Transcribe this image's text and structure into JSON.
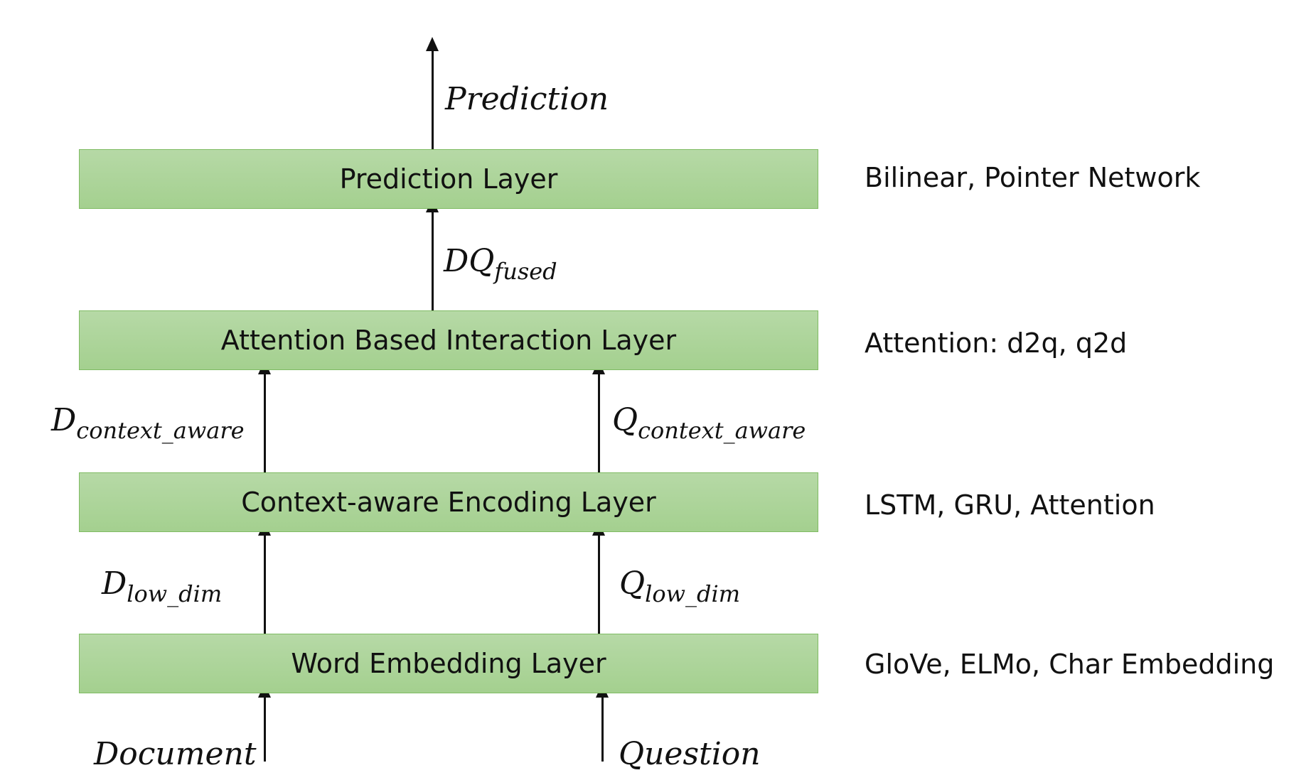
{
  "layers": {
    "prediction": "Prediction Layer",
    "attention": "Attention Based Interaction Layer",
    "encoding": "Context-aware Encoding Layer",
    "embedding": "Word Embedding Layer"
  },
  "methods": {
    "prediction": "Bilinear, Pointer Network",
    "attention": "Attention: d2q, q2d",
    "encoding": "LSTM, GRU, Attention",
    "embedding": "GloVe, ELMo, Char Embedding"
  },
  "labels": {
    "output": "Prediction",
    "fused_base": "DQ",
    "fused_sub": "fused",
    "d_ctx_base": "D",
    "d_ctx_sub": "context_aware",
    "q_ctx_base": "Q",
    "q_ctx_sub": "context_aware",
    "d_low_base": "D",
    "d_low_sub": "low_dim",
    "q_low_base": "Q",
    "q_low_sub": "low_dim",
    "doc_input": "Document",
    "question_input": "Question"
  },
  "colors": {
    "box_fill": "#a9d394",
    "box_border": "#7fbb63",
    "text": "#111111"
  }
}
